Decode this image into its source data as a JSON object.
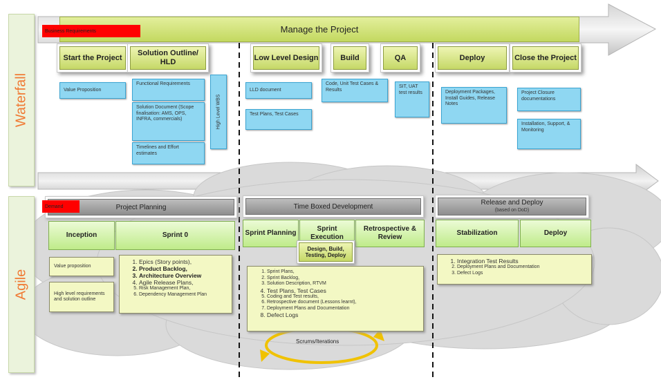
{
  "waterfall": {
    "side_label": "Waterfall",
    "tag": "Business Requirements",
    "title": "Manage the Project",
    "phases": [
      "Start the Project",
      "Solution Outline/ HLD",
      "Low Level Design",
      "Build",
      "QA",
      "Deploy",
      "Close the Project"
    ],
    "vertical_box": "High Level WBS",
    "boxes": {
      "value_proposition": "Value Proposition",
      "functional_requirements": "Functional Requirements",
      "solution_document": "Solution Document (Scope finalisation: AMS, OPS, INFRA, commercials)",
      "timelines": "Timelines and Effort estimates",
      "lld_document": "LLD document",
      "test_plans": "Test Plans, Test Cases",
      "code_unit_test": "Code, Unit Test Cases & Results",
      "sit_uat": "SIT, UAT test results",
      "deployment_packages": "Deployment Packages, Install Guides, Release Notes",
      "project_closure": "Project Closure documentations",
      "installation_support": "Installation, Support, & Monitoring"
    }
  },
  "agile": {
    "side_label": "Agile",
    "tag": "Demand",
    "group_headers": {
      "planning": "Project Planning",
      "timeboxed": "Time Boxed Development",
      "release": "Release and Deploy",
      "release_sub": "(based on DoD)"
    },
    "phases": [
      "Inception",
      "Sprint 0",
      "Sprint Planning",
      "Sprint Execution",
      "Retrospective & Review",
      "Stabilization",
      "Deploy"
    ],
    "design_box": "Design, Build, Testing, Deploy",
    "value_proposition": "Value proposition",
    "high_level_req": "High level requirements and solution outline",
    "sprint0_items": [
      "Epics (Story points),",
      "Product Backlog,",
      "Architecture Overview",
      "Agile Release Plans,",
      "Risk Management Plan,",
      "Dependency Management Plan"
    ],
    "timebox_items": [
      "Sprint Plans,",
      "Sprint Backlog,",
      "Solution Description, RTVM",
      "Test Plans, Test Cases",
      "Coding and Test results,",
      "Retrospective document (Lessons learnt),",
      "Deployment Plans and Documentation",
      "Defect Logs"
    ],
    "release_items": [
      "Integration Test Results",
      "Deployment Plans and Documentation",
      "Defect Logs"
    ],
    "scrums_label": "Scrums/Iterations"
  }
}
